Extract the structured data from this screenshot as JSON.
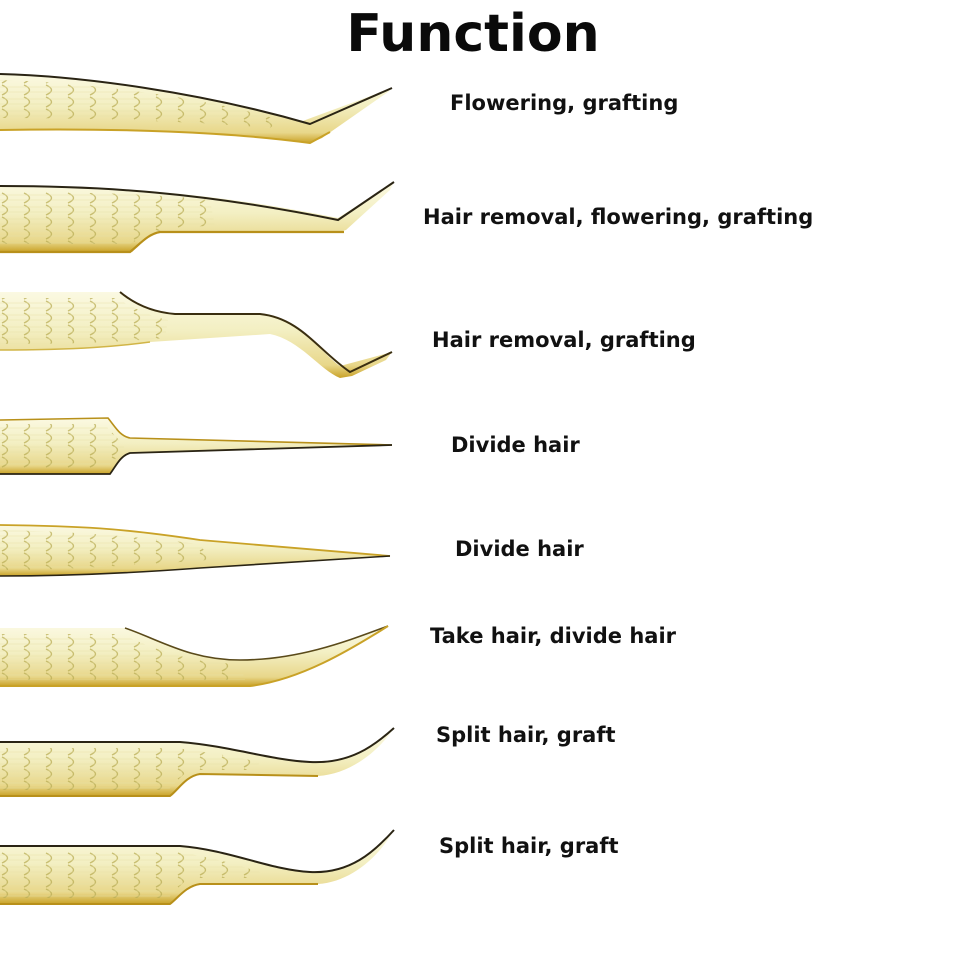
{
  "title": "Function",
  "colors": {
    "gold_light": "#f4f2c8",
    "gold_mid": "#e6d98a",
    "gold_dark": "#c9a227",
    "edge_dark": "#2a2414",
    "text": "#111111"
  },
  "tools": [
    {
      "id": 1,
      "tip_style": "angled-short",
      "function": "Flowering, grafting"
    },
    {
      "id": 2,
      "tip_style": "angled-long",
      "function": "Hair removal, flowering, grafting"
    },
    {
      "id": 3,
      "tip_style": "s-curve-hook",
      "function": "Hair removal, grafting"
    },
    {
      "id": 4,
      "tip_style": "straight-needle-stepped",
      "function": "Divide hair"
    },
    {
      "id": 5,
      "tip_style": "straight-tapered",
      "function": "Divide hair"
    },
    {
      "id": 6,
      "tip_style": "upward-curve",
      "function": "Take hair, divide hair"
    },
    {
      "id": 7,
      "tip_style": "curved-stepped",
      "function": "Split hair, graft"
    },
    {
      "id": 8,
      "tip_style": "curved-stepped",
      "function": "Split hair, graft"
    }
  ]
}
